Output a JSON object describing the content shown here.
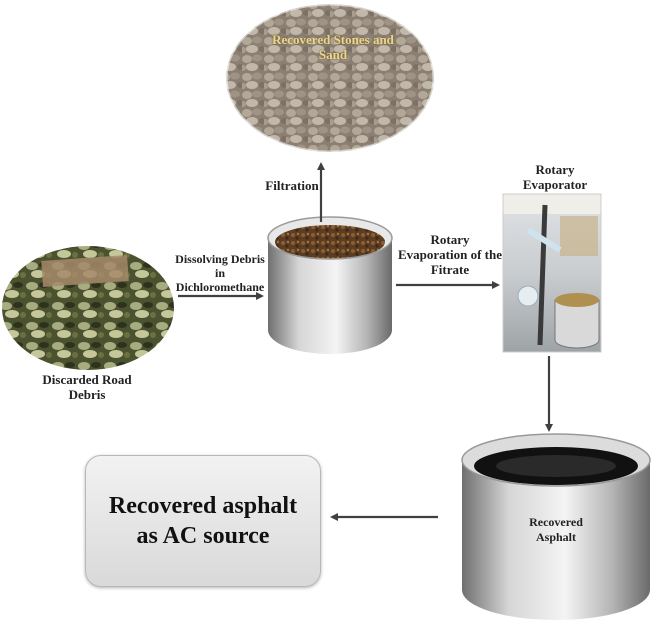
{
  "labels": {
    "stones_sand": "Recovered Stones and Sand",
    "filtration": "Filtration",
    "dissolving": "Dissolving Debris in Dichloromethane",
    "road_debris": "Discarded Road Debris",
    "rotary_evap_filtrate": "Rotary Evaporation of the Fitrate",
    "rotary_evaporator": "Rotary Evaporator",
    "recovered_asphalt": "Recovered Asphalt"
  },
  "result_box": {
    "text": "Recovered asphalt as AC source"
  },
  "colors": {
    "arrow": "#404040",
    "stone_label": "#e8d08a",
    "box_bg": "#e4e4e4"
  }
}
